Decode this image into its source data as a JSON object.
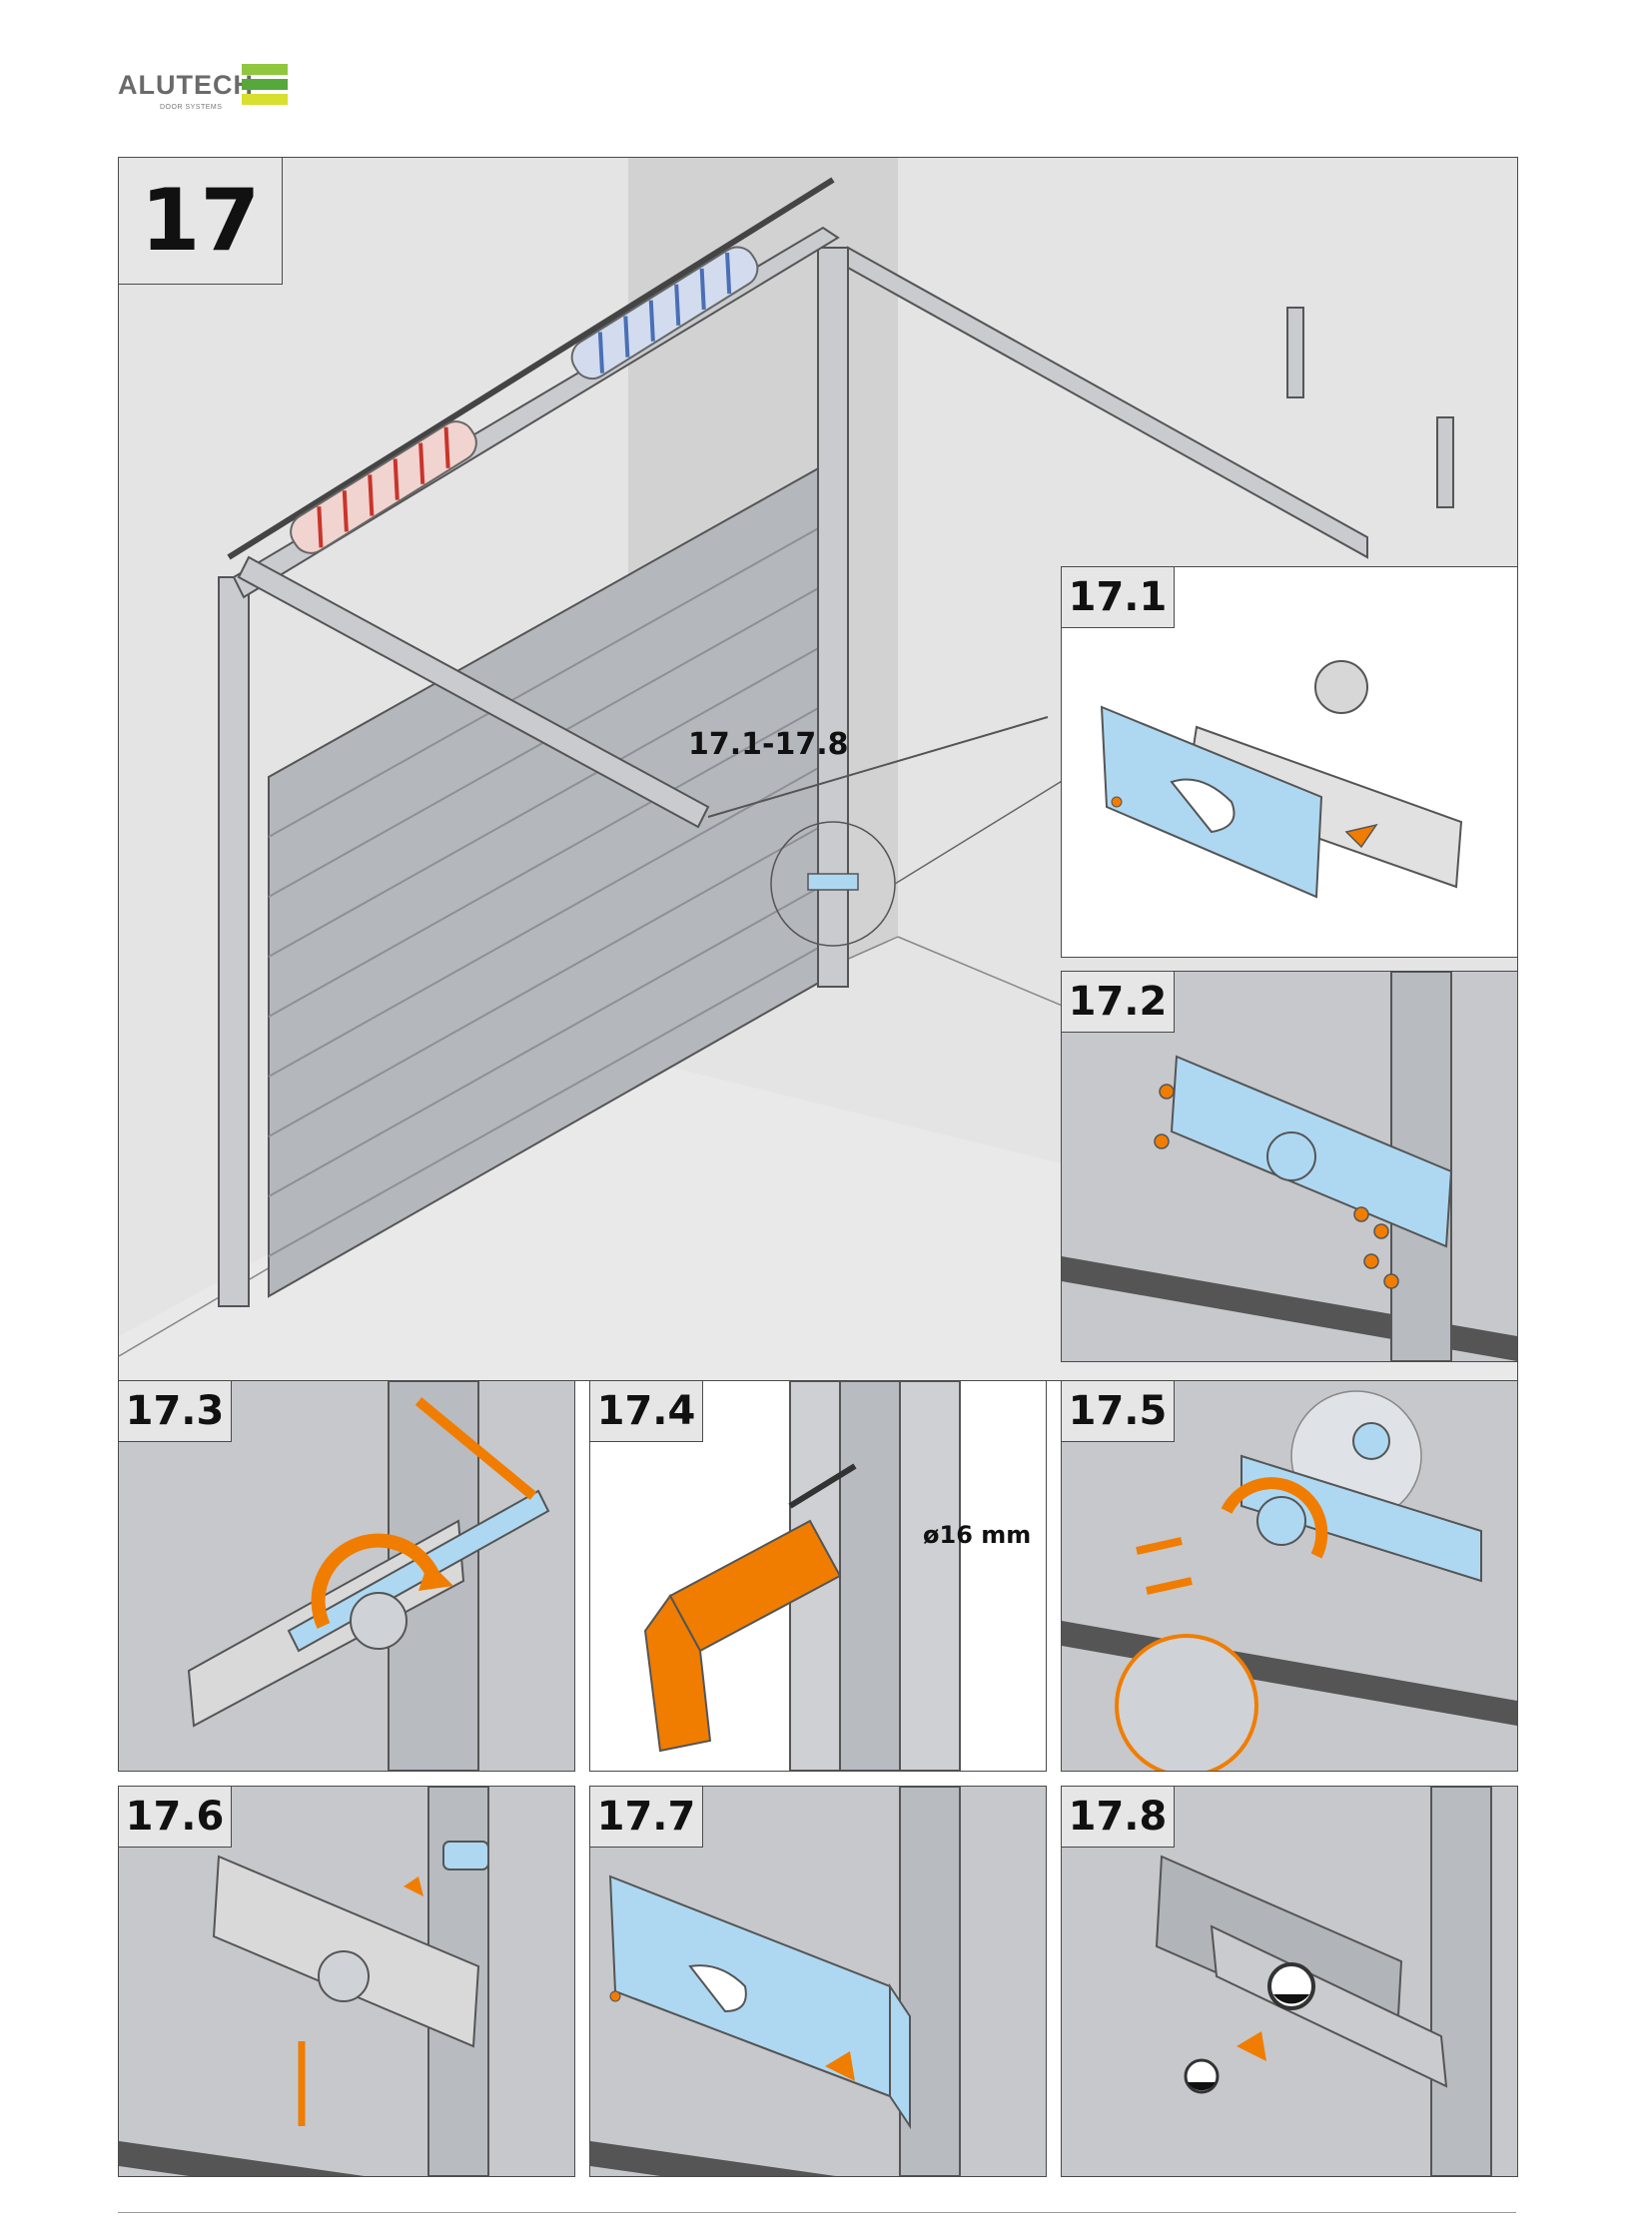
{
  "brand": {
    "name": "ALUTECH",
    "tagline": "DOOR SYSTEMS",
    "colors": [
      "#8fc73e",
      "#56a83a",
      "#d9df2f"
    ]
  },
  "step": {
    "number": "17",
    "callout": "17.1-17.8"
  },
  "substeps": [
    {
      "label": "17.1"
    },
    {
      "label": "17.2"
    },
    {
      "label": "17.3"
    },
    {
      "label": "17.4",
      "dimension": "ø16 mm"
    },
    {
      "label": "17.5"
    },
    {
      "label": "17.6"
    },
    {
      "label": "17.7"
    },
    {
      "label": "17.8"
    }
  ],
  "colors": {
    "part_blue": "#aed8f2",
    "tool_orange": "#f07d00",
    "panel_gray": "#c6c8cc",
    "spring_red": "#c9342b",
    "spring_blue": "#4a6fb5"
  }
}
